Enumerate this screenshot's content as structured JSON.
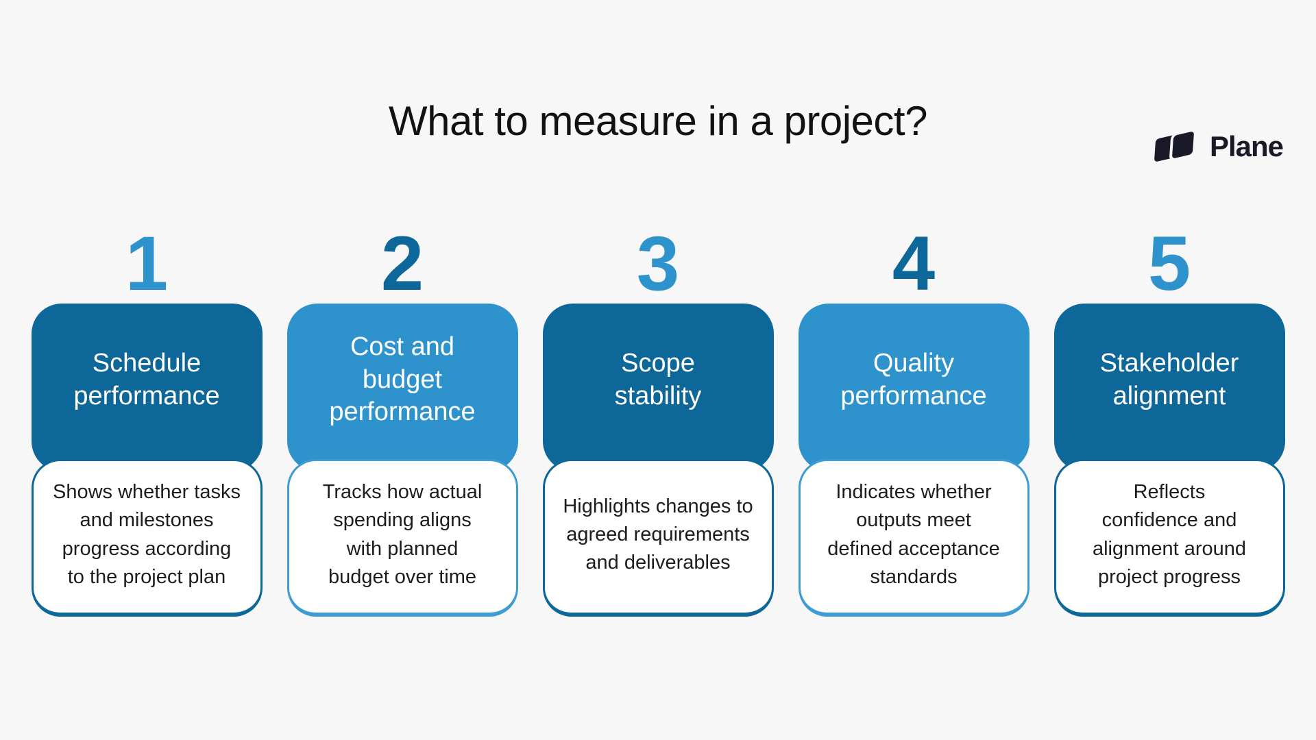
{
  "logo": {
    "brand": "Plane",
    "mark_icon": "plane-logo-mark",
    "color": "#191927"
  },
  "title": "What to measure in a project?",
  "colors": {
    "background": "#f7f7f8",
    "dark_blue": "#0e6799",
    "light_blue": "#2e93cc",
    "card_text_dark": "#1d1d1d",
    "card_title_white": "#ffffff"
  },
  "cards": [
    {
      "number": "1",
      "tone": "dark",
      "title": "Schedule\nperformance",
      "description": "Shows whether tasks\nand milestones\nprogress according\nto the project plan"
    },
    {
      "number": "2",
      "tone": "light",
      "title": "Cost and\nbudget\nperformance",
      "description": "Tracks how actual\nspending aligns\nwith planned\nbudget over time"
    },
    {
      "number": "3",
      "tone": "dark",
      "title": "Scope\nstability",
      "description": "Highlights changes to\nagreed requirements\nand deliverables"
    },
    {
      "number": "4",
      "tone": "light",
      "title": "Quality\nperformance",
      "description": "Indicates whether\noutputs meet\ndefined acceptance\nstandards"
    },
    {
      "number": "5",
      "tone": "dark",
      "title": "Stakeholder\nalignment",
      "description": "Reflects\nconfidence and\nalignment around\nproject progress"
    }
  ]
}
